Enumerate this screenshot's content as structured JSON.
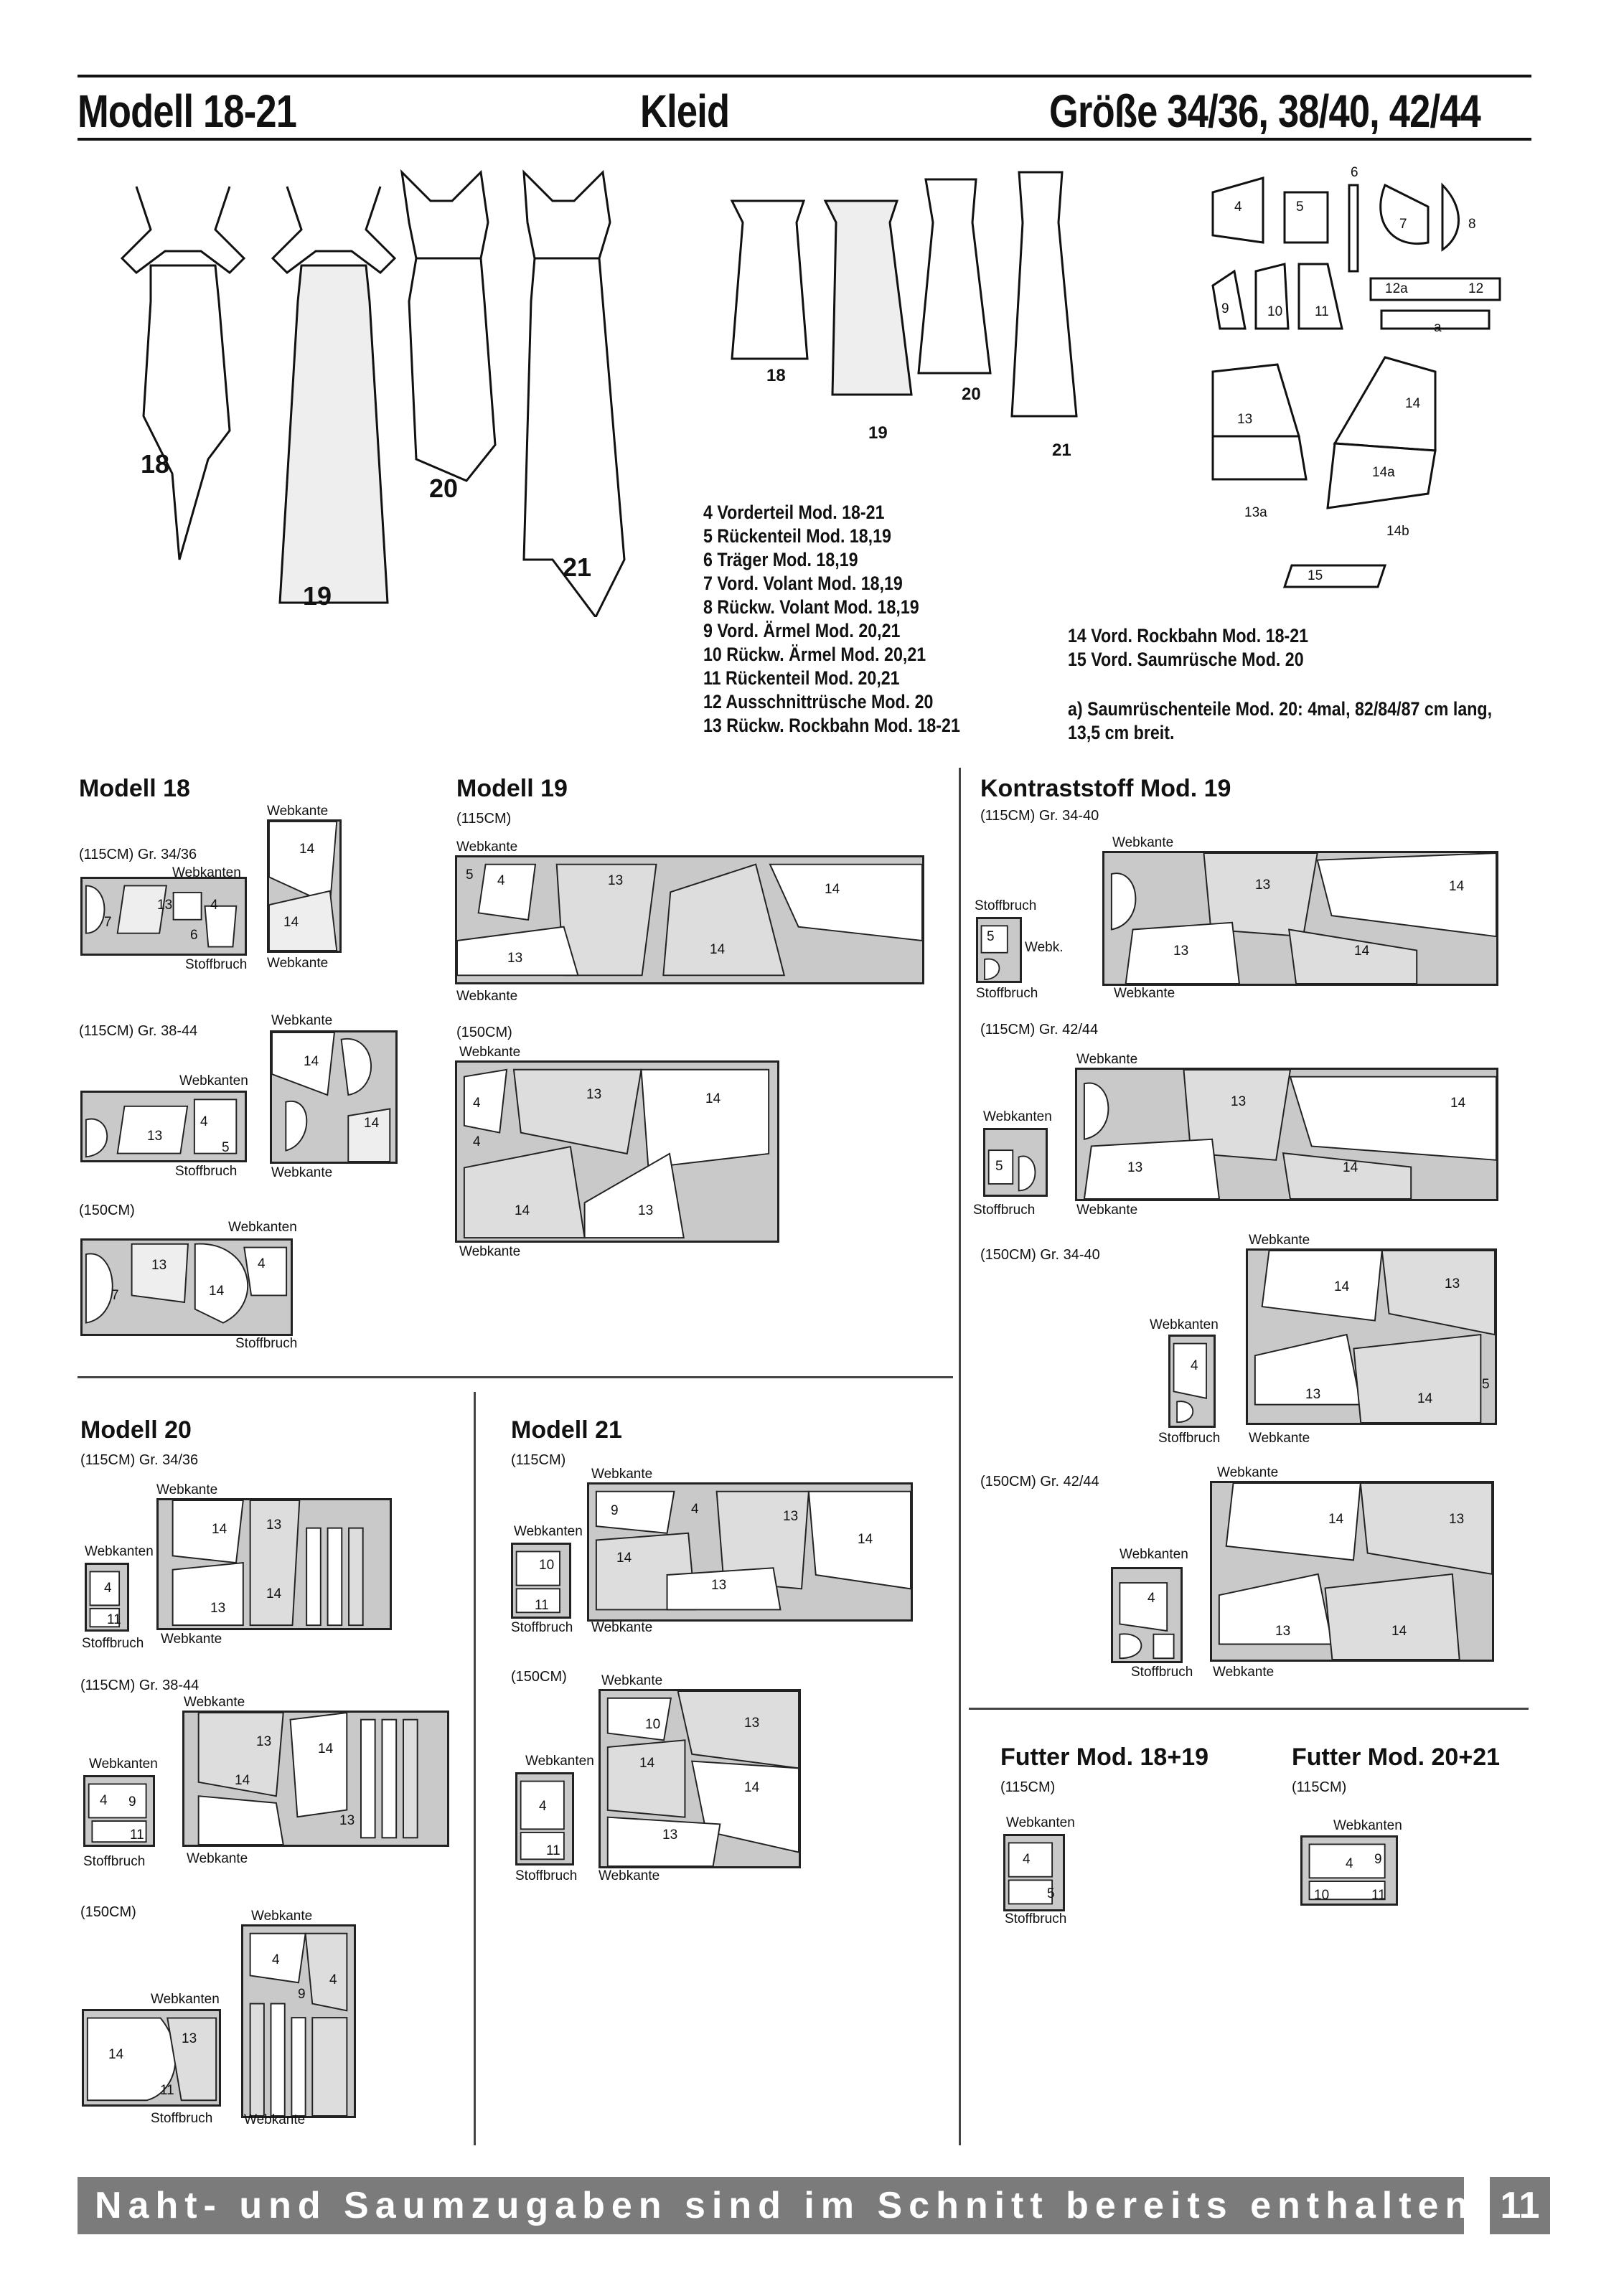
{
  "header": {
    "model": "Modell 18-21",
    "garment": "Kleid",
    "sizes": "Größe 34/36, 38/40, 42/44"
  },
  "figures": {
    "front": [
      "18",
      "19",
      "20",
      "21"
    ],
    "back": [
      "18",
      "19",
      "20",
      "21"
    ]
  },
  "pieces": {
    "labels": [
      "4",
      "5",
      "6",
      "7",
      "8",
      "9",
      "10",
      "11",
      "12a",
      "12",
      "a",
      "13",
      "14",
      "13a",
      "14a",
      "14b",
      "15"
    ]
  },
  "legend_left": [
    "4 Vorderteil Mod. 18-21",
    "5 Rückenteil Mod. 18,19",
    "6 Träger Mod. 18,19",
    "7 Vord. Volant Mod. 18,19",
    "8 Rückw. Volant Mod. 18,19",
    "9 Vord. Ärmel Mod. 20,21",
    "10 Rückw. Ärmel Mod. 20,21",
    "11 Rückenteil Mod. 20,21",
    "12 Ausschnittrüsche Mod. 20",
    "13 Rückw. Rockbahn Mod. 18-21"
  ],
  "legend_right": [
    "14 Vord. Rockbahn Mod. 18-21",
    "15 Vord. Saumrüsche Mod. 20"
  ],
  "legend_note": "a) Saumrüschenteile Mod. 20: 4mal, 82/84/87 cm lang, 13,5 cm breit.",
  "sections": {
    "m18": {
      "title": "Modell 18",
      "a": "(115CM) Gr. 34/36",
      "b": "(115CM) Gr. 38-44",
      "c": "(150CM)"
    },
    "m19": {
      "title": "Modell 19",
      "a": "(115CM)",
      "b": "(150CM)"
    },
    "k19": {
      "title": "Kontraststoff Mod. 19",
      "a": "(115CM) Gr. 34-40",
      "b": "(115CM) Gr. 42/44",
      "c": "(150CM) Gr. 34-40",
      "d": "(150CM) Gr. 42/44"
    },
    "m20": {
      "title": "Modell 20",
      "a": "(115CM) Gr. 34/36",
      "b": "(115CM) Gr. 38-44",
      "c": "(150CM)"
    },
    "m21": {
      "title": "Modell 21",
      "a": "(115CM)",
      "b": "(150CM)"
    },
    "f1819": {
      "title": "Futter Mod. 18+19",
      "a": "(115CM)"
    },
    "f2021": {
      "title": "Futter Mod. 20+21",
      "a": "(115CM)"
    }
  },
  "terms": {
    "webkante": "Webkante",
    "webkanten": "Webkanten",
    "stoffbruch": "Stoffbruch",
    "webk": "Webk."
  },
  "footer": {
    "text": "Naht- und Saumzugaben sind im Schnitt bereits enthalten.",
    "page": "11"
  }
}
